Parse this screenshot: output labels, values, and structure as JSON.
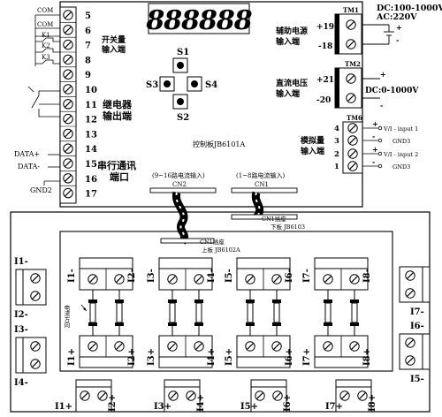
{
  "display": {
    "digits": "888888"
  },
  "left_terminals": [
    {
      "num": "5",
      "label": "COM"
    },
    {
      "num": "6",
      "label": ""
    },
    {
      "num": "7",
      "label": "COM"
    },
    {
      "num": "8",
      "label": "K1"
    },
    {
      "num": "9",
      "label": "K2"
    },
    {
      "num": "10",
      "label": "K3"
    },
    {
      "num": "11",
      "label": ""
    },
    {
      "num": "12",
      "label": ""
    },
    {
      "num": "13",
      "label": ""
    },
    {
      "num": "14",
      "label": "DATA+"
    },
    {
      "num": "15",
      "label": "DATA-"
    },
    {
      "num": "16",
      "label": "GND2"
    },
    {
      "num": "17",
      "label": ""
    }
  ],
  "left_labels": {
    "switch_in_1": "开关量",
    "switch_in_2": "输入端",
    "relay_out_1": "继电器",
    "relay_out_2": "输出端",
    "serial_1": "串行通讯",
    "serial_2": "端口"
  },
  "switches": {
    "s1": "S1",
    "s2": "S2",
    "s3": "S3",
    "s4": "S4"
  },
  "board_label": "控制板JB6101A",
  "power": {
    "tm1": "TM1",
    "pin_plus": "+19",
    "pin_minus": "-18",
    "label_1": "辅助电源",
    "label_2": "输入端",
    "dc": "DC:100-1000V",
    "ac": "AC:220V",
    "plus": "+",
    "minus": "-"
  },
  "dc_voltage": {
    "tm2": "TM2",
    "pin_plus": "+21",
    "pin_minus": "-20",
    "label_1": "直流电压",
    "label_2": "输入端",
    "range": "DC:0-1000V",
    "plus": "+",
    "minus": "-"
  },
  "analog": {
    "tm6": "TM6",
    "pins": [
      "4",
      "3",
      "2",
      "1"
    ],
    "label_1": "模拟量",
    "label_2": "输入端",
    "in1": "V/I - input 1",
    "in2": "V/I - input 2",
    "gnd": "GND3",
    "plus": "+",
    "minus": "-"
  },
  "connectors": {
    "cn2_desc": "(9~16路电流输入)",
    "cn2": "CN2",
    "cn1_desc": "(1~8路电流输入)",
    "cn1": "CN1"
  },
  "lower_board": {
    "cn1_socket": "CN1插座",
    "lower_label": "下板 JB6103",
    "cn1_socket_2": "CN1插座",
    "upper_label": "上板 JB6102A",
    "direction": "电流方向"
  },
  "inner_top": [
    "I1-",
    "I2-",
    "I3-",
    "I4-",
    "I5-",
    "I6-",
    "I7-",
    "I8-"
  ],
  "inner_bottom": [
    "I1+",
    "I2+",
    "I3+",
    "I4+",
    "I5+",
    "I6+",
    "I7+",
    "I8+"
  ],
  "side_left": [
    "I1-",
    "I2-",
    "I3-",
    "I4-"
  ],
  "side_right": [
    "I7-",
    "I6-",
    "I5-"
  ],
  "bottom_row": [
    "I1+",
    "I2+",
    "I3+",
    "I4+",
    "I5+",
    "I6+",
    "I7+",
    "I8+"
  ]
}
